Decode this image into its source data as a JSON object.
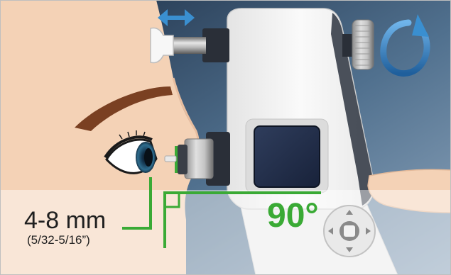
{
  "distance": {
    "primary": "4-8 mm",
    "secondary": "(5/32-5/16”)"
  },
  "angle": {
    "label": "90°"
  },
  "icons": {
    "adjust": "horizontal-double-arrow-icon",
    "rotate": "rotate-arrow-icon",
    "nav": "directional-pad-icon"
  },
  "colors": {
    "skin": "#f4d2b6",
    "background": "#3c5878",
    "device": "#f2f2f2",
    "accent_green": "#3aaa35",
    "arrow_blue": "#3a8fd0",
    "brow": "#7a4022"
  }
}
